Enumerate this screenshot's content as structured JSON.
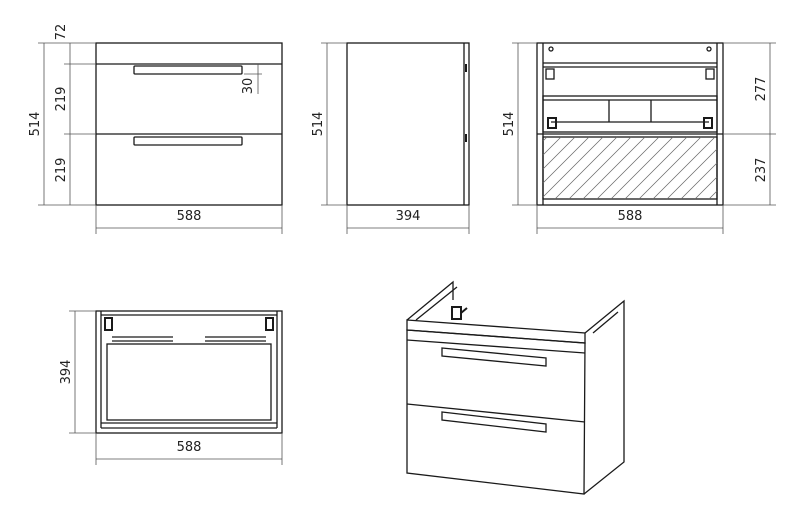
{
  "dimensions": {
    "front_height_total": "514",
    "front_top_band": "72",
    "front_drawer_upper": "219",
    "front_drawer_lower": "219",
    "front_handle_offset": "30",
    "front_width": "588",
    "side_height": "514",
    "side_depth": "394",
    "back_height": "514",
    "back_upper": "277",
    "back_lower": "237",
    "back_width": "588",
    "top_depth": "394",
    "top_width": "588"
  },
  "colors": {
    "line": "#1a1a1a",
    "dimension": "#555555",
    "background": "#ffffff"
  }
}
